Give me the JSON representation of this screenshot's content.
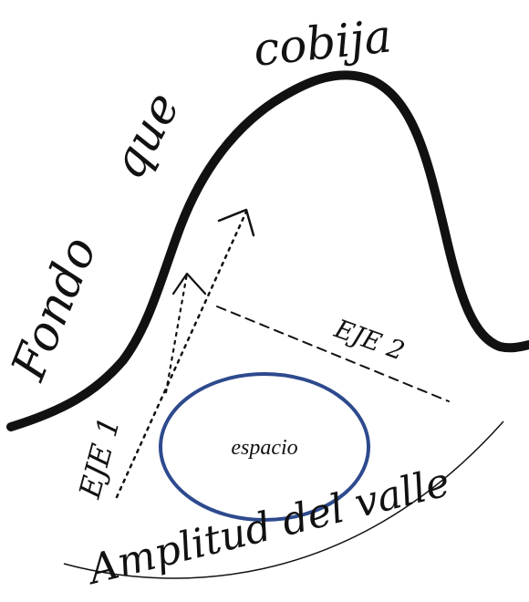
{
  "labels": {
    "background": [
      "Fondo",
      "que",
      "cobija"
    ],
    "center": "espacio",
    "axis1": "EJE 1",
    "axis2": "EJE 2",
    "bottom": "Amplitud del valle"
  },
  "colors": {
    "ink": "#111111",
    "ellipse_stroke": "#2e4a8e"
  }
}
